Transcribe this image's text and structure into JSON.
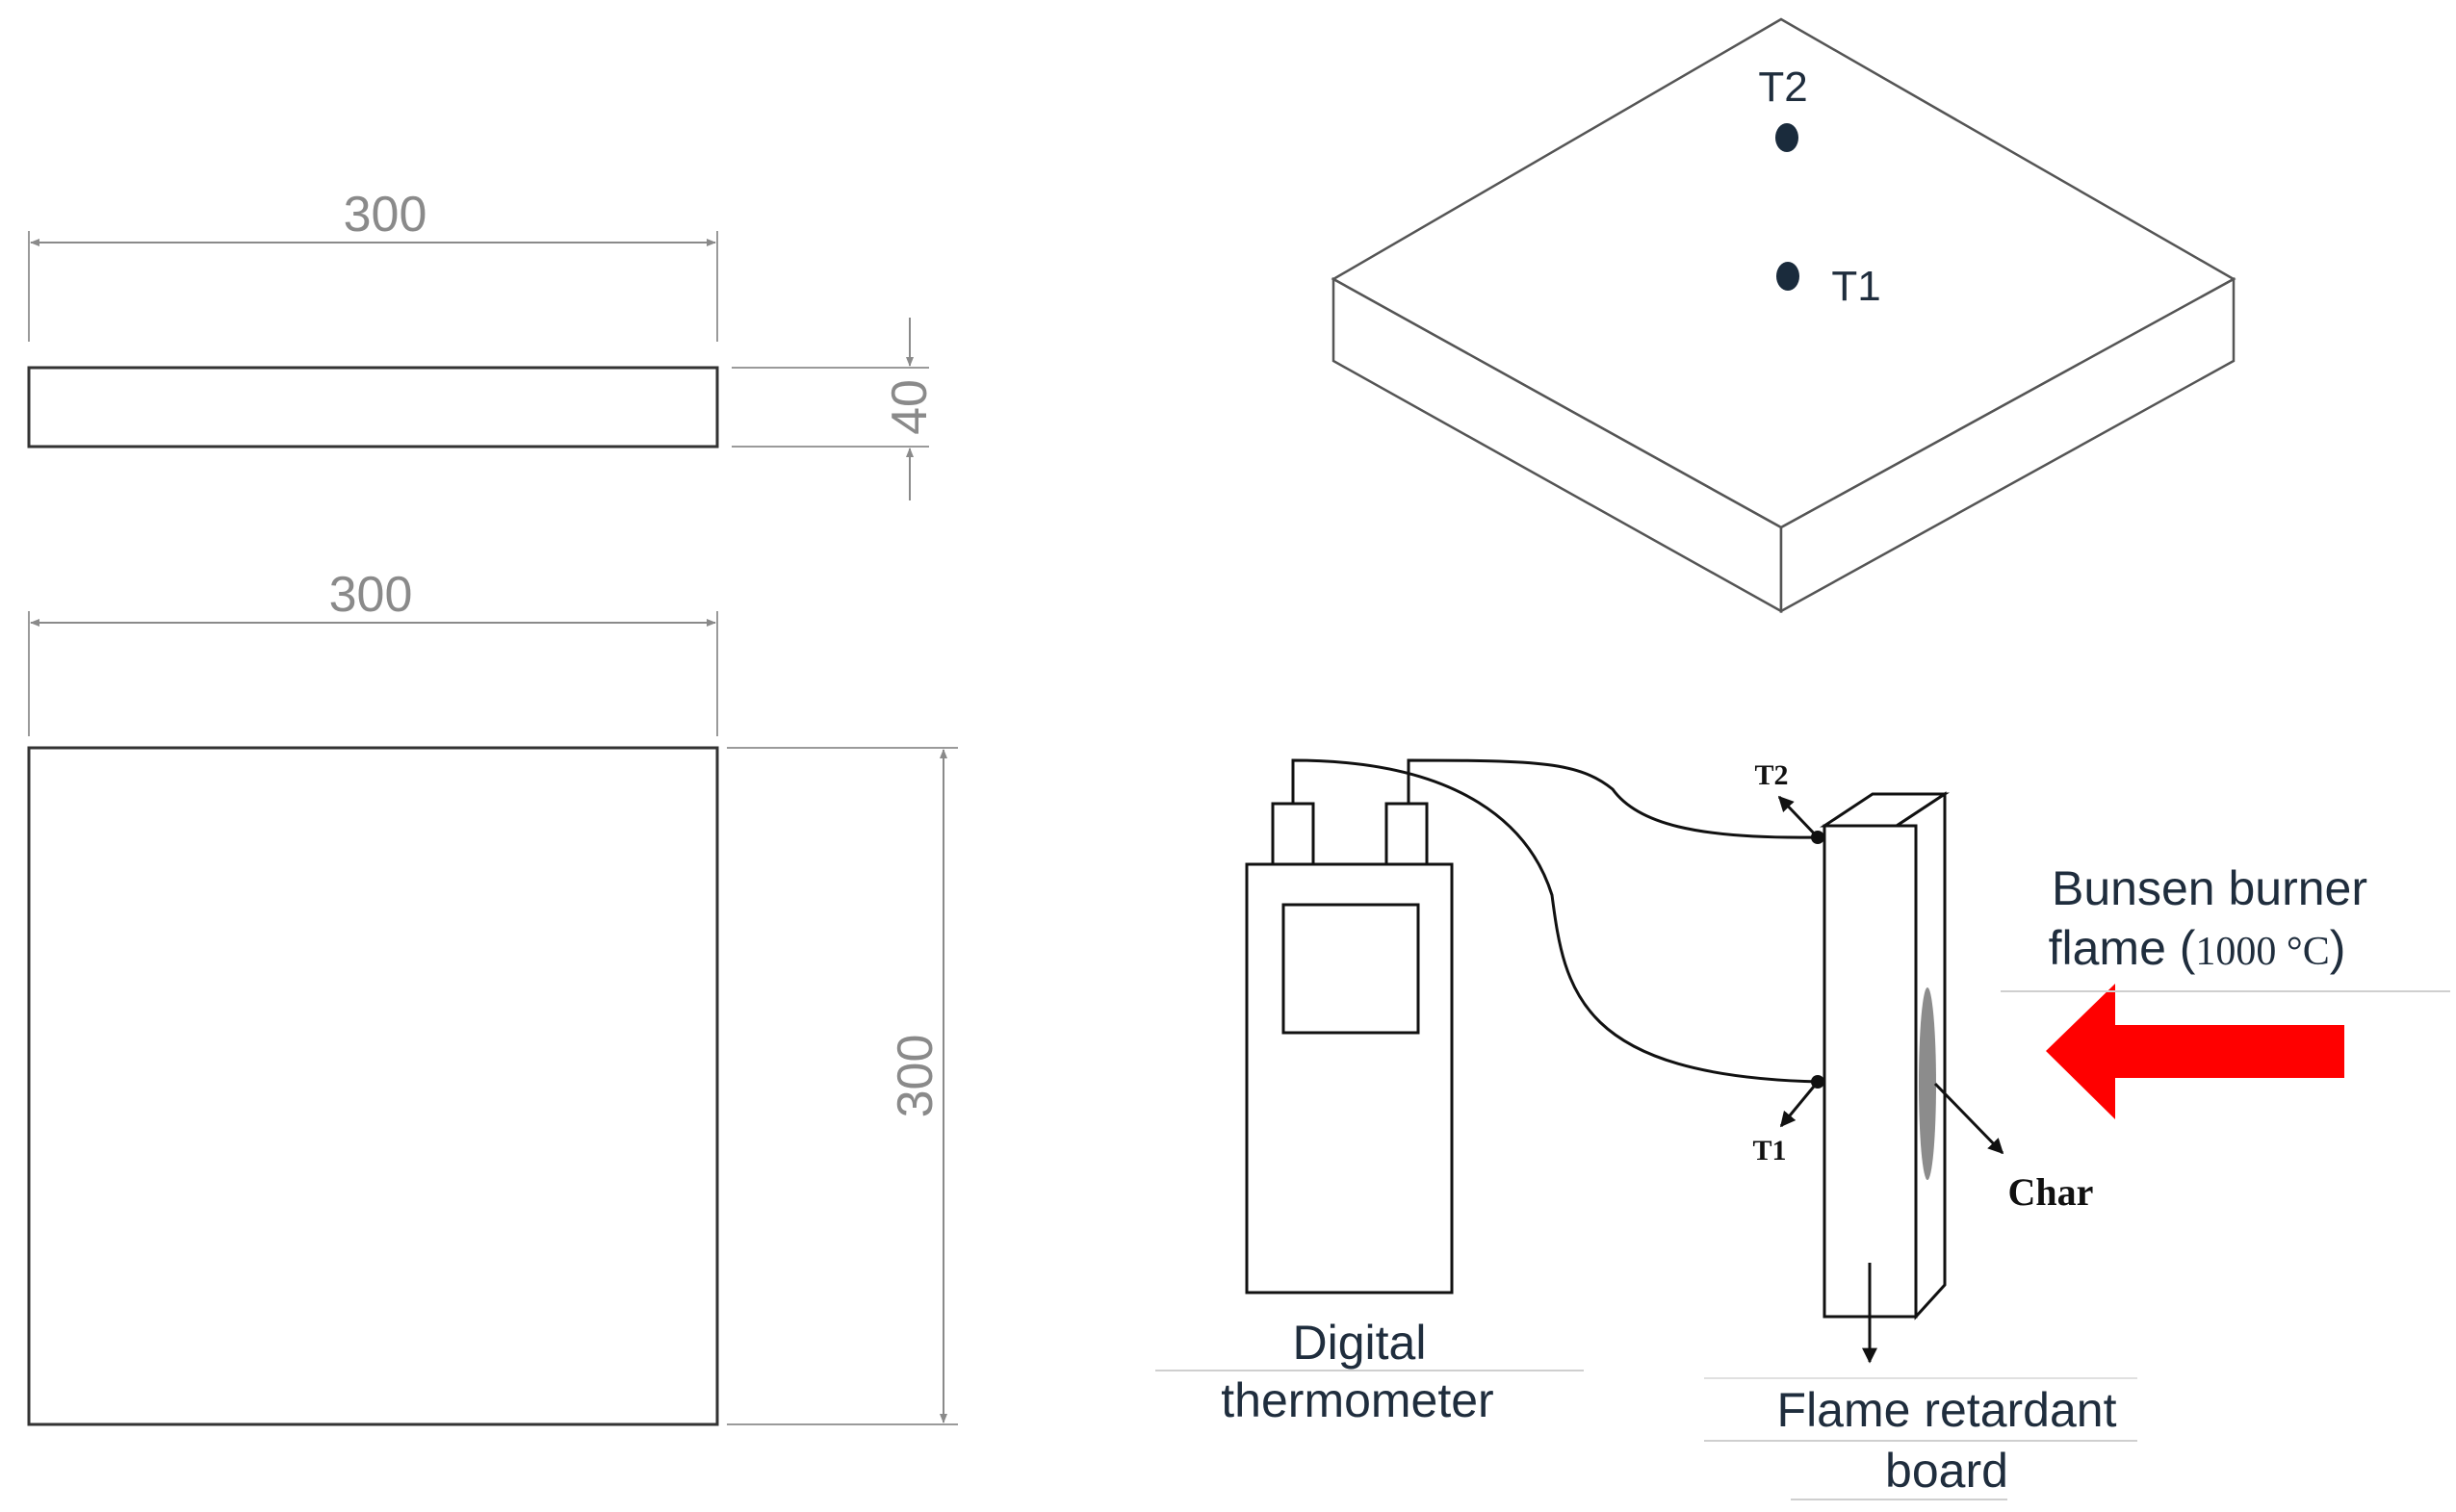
{
  "drawing": {
    "side_view_width": "300",
    "side_view_thickness": "40",
    "top_view_width": "300",
    "top_view_height": "300"
  },
  "isometric": {
    "point_top": "T2",
    "point_center": "T1"
  },
  "setup": {
    "probe_upper": "T2",
    "probe_lower": "T1",
    "char_label": "Char",
    "burner_line1": "Bunsen burner",
    "burner_line2_text": "flame (",
    "burner_temperature": "1000 °C",
    "burner_close_paren": ")",
    "thermometer_line1": "Digital",
    "thermometer_line2": "thermometer",
    "board_line1": "Flame retardant",
    "board_line2": "board"
  },
  "colors": {
    "dimension_gray": "#8a8a8a",
    "outline": "#222222",
    "arrow_red": "#ff0000",
    "label_navy": "#1f2d3d"
  }
}
